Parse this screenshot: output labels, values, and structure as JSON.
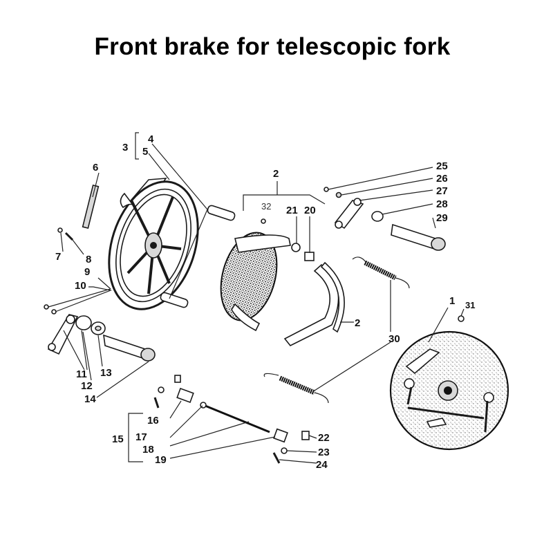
{
  "title": "Front brake for telescopic fork",
  "callouts": {
    "c1": "1",
    "c2a": "2",
    "c2b": "2",
    "c3": "3",
    "c4": "4",
    "c5": "5",
    "c6": "6",
    "c7": "7",
    "c8": "8",
    "c9": "9",
    "c10": "10",
    "c11": "11",
    "c12": "12",
    "c13": "13",
    "c14": "14",
    "c15": "15",
    "c16": "16",
    "c17": "17",
    "c18": "18",
    "c19": "19",
    "c20": "20",
    "c21": "21",
    "c22": "22",
    "c23": "23",
    "c24": "24",
    "c25": "25",
    "c26": "26",
    "c27": "27",
    "c28": "28",
    "c29": "29",
    "c30": "30",
    "c31": "31",
    "c32": "32"
  }
}
